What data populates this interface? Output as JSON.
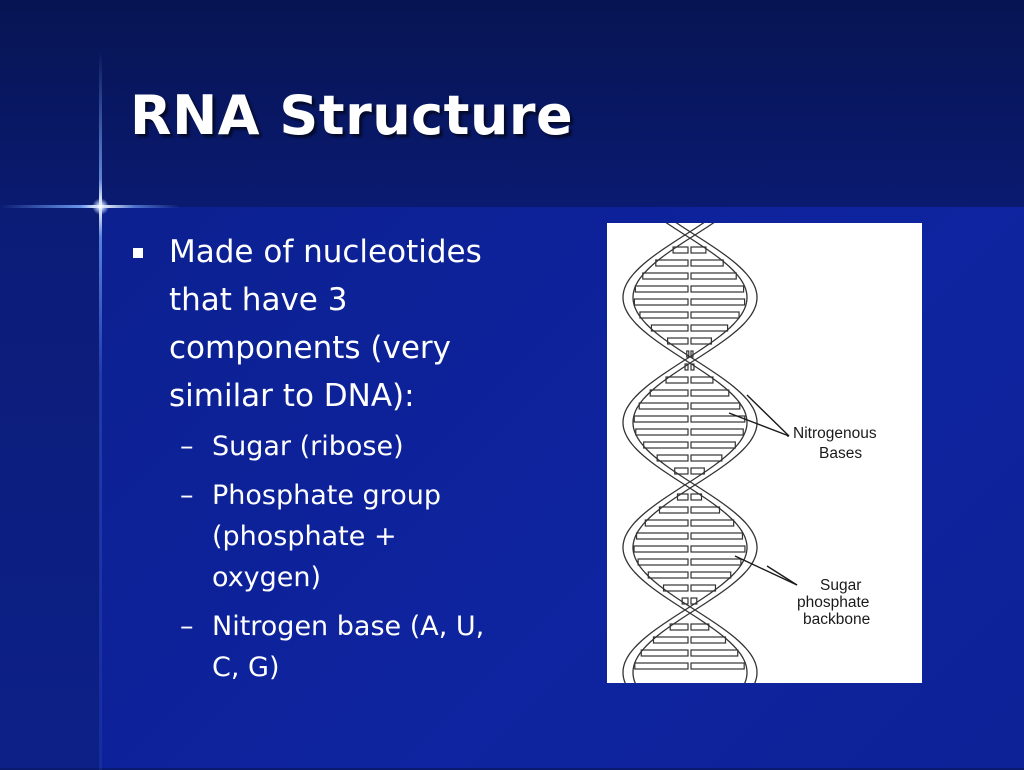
{
  "slide": {
    "title": "RNA Structure",
    "bullets": [
      {
        "text": "Made of nucleotides that have 3 components (very similar to DNA):",
        "lines": [
          "Made of nucleotides",
          "that have 3",
          "components (very",
          "similar to DNA):"
        ],
        "sub_items": [
          {
            "text": "Sugar (ribose)",
            "lines": [
              "Sugar (ribose)"
            ]
          },
          {
            "text": "Phosphate group (phosphate + oxygen)",
            "lines": [
              "Phosphate group",
              "(phosphate +",
              "oxygen)"
            ]
          },
          {
            "text": "Nitrogen base (A, U, C, G)",
            "lines": [
              "Nitrogen base (A, U,",
              "C, G)"
            ]
          }
        ]
      }
    ],
    "sub_marker": "–"
  },
  "figure": {
    "label_bases_1": "Nitrogenous",
    "label_bases_2": "Bases",
    "label_backbone_1": "Sugar",
    "label_backbone_2": "phosphate",
    "label_backbone_3": "backbone"
  },
  "colors": {
    "background": "#0b1c78",
    "text": "#ffffff",
    "figure_background": "#ffffff"
  }
}
